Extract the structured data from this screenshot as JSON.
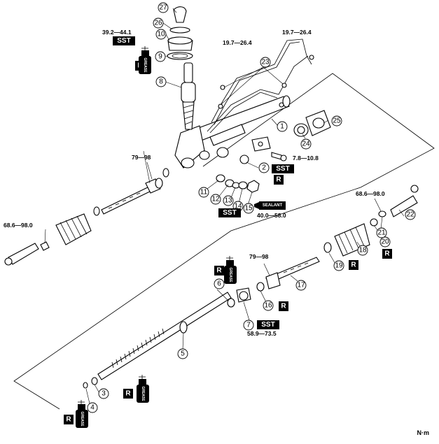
{
  "unit": "N·m",
  "parts": [
    "1",
    "2",
    "3",
    "4",
    "5",
    "6",
    "7",
    "8",
    "9",
    "10",
    "11",
    "12",
    "13",
    "14",
    "15",
    "16",
    "17",
    "18",
    "19",
    "20",
    "21",
    "22",
    "23",
    "24",
    "25",
    "26",
    "27"
  ],
  "torques": {
    "pinion_locknut": "39.2—44.1",
    "pipe_left": "19.7—26.4",
    "pipe_right": "19.7—26.4",
    "tie_rod_inner_left": "79—98",
    "bracket_bolt": "7.8—10.8",
    "tie_rod_end_left": "68.6—98.0",
    "yoke_locknut": "40.0—58.0",
    "tie_rod_end_right": "68.6—98.0",
    "tie_rod_inner_right": "79—98",
    "yoke_plug": "58.9—73.5"
  },
  "labels": {
    "sst": "SST",
    "replace": "R",
    "sealant": "SEALANT",
    "grease": "GREASE"
  }
}
